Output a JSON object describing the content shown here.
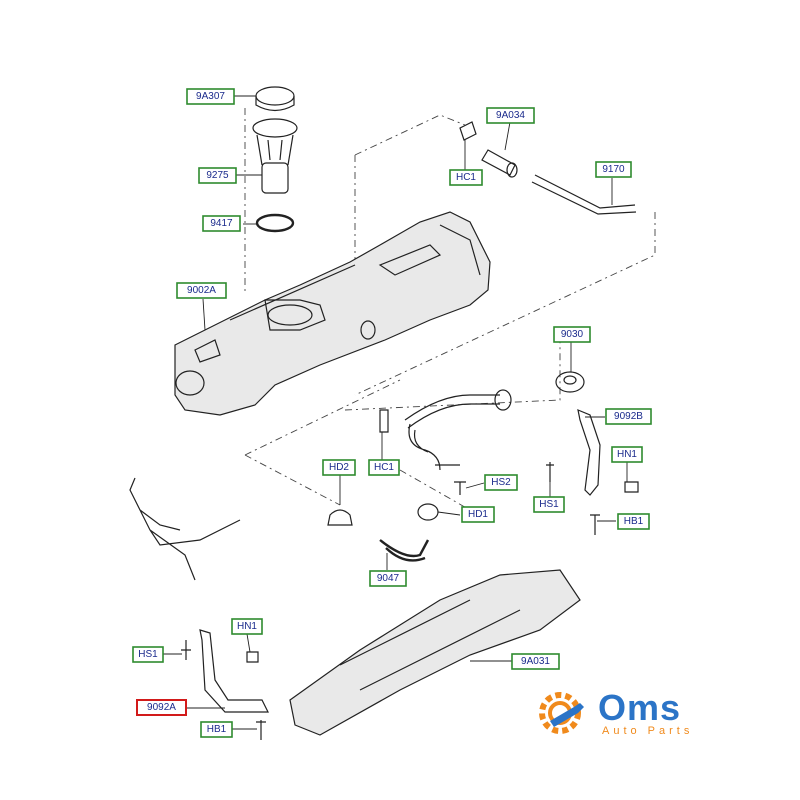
{
  "diagram": {
    "labels": [
      {
        "id": "9A307",
        "text": "9A307"
      },
      {
        "id": "9275",
        "text": "9275"
      },
      {
        "id": "9417",
        "text": "9417"
      },
      {
        "id": "9002A",
        "text": "9002A"
      },
      {
        "id": "9A034",
        "text": "9A034"
      },
      {
        "id": "HC1_top",
        "text": "HC1"
      },
      {
        "id": "9170",
        "text": "9170"
      },
      {
        "id": "9030",
        "text": "9030"
      },
      {
        "id": "9092B",
        "text": "9092B"
      },
      {
        "id": "HN1_right",
        "text": "HN1"
      },
      {
        "id": "HS1_right",
        "text": "HS1"
      },
      {
        "id": "HB1_right",
        "text": "HB1"
      },
      {
        "id": "HD2",
        "text": "HD2"
      },
      {
        "id": "HC1_mid",
        "text": "HC1"
      },
      {
        "id": "HS2",
        "text": "HS2"
      },
      {
        "id": "HD1",
        "text": "HD1"
      },
      {
        "id": "9047",
        "text": "9047"
      },
      {
        "id": "HS1_left",
        "text": "HS1"
      },
      {
        "id": "HN1_left",
        "text": "HN1"
      },
      {
        "id": "9092A",
        "text": "9092A"
      },
      {
        "id": "HB1_left",
        "text": "HB1"
      },
      {
        "id": "9A031",
        "text": "9A031"
      }
    ],
    "highlighted_label": "9092A",
    "colors": {
      "label_border": "#2e8b2e",
      "highlight_border": "#d21a1a",
      "label_text": "#1a2a8c"
    }
  },
  "logo": {
    "brand": "Oms",
    "tagline": "Auto Parts",
    "colors": {
      "primary": "#2b74c7",
      "accent": "#f08a1c"
    }
  }
}
